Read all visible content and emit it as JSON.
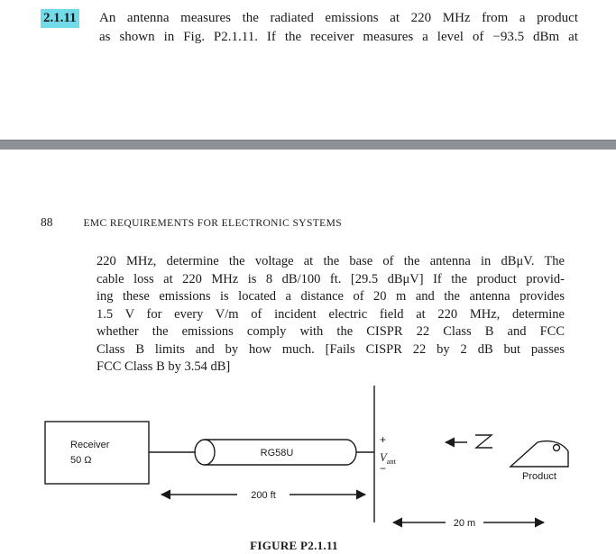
{
  "page": {
    "problem": {
      "number": "2.1.11",
      "line1": "An antenna measures the radiated emissions at 220 MHz from a product",
      "line2": "as shown in Fig. P2.1.11. If the receiver measures a level of −93.5 dBm at"
    },
    "header": {
      "page_number": "88",
      "running_title": "EMC REQUIREMENTS FOR ELECTRONIC SYSTEMS"
    },
    "body": {
      "lines": [
        "220 MHz, determine the voltage at the base of the antenna in dBμV. The",
        "cable loss at 220 MHz is 8 dB/100 ft. [29.5 dBμV] If the product provid-",
        "ing these emissions is located a distance of 20 m and the antenna provides",
        "1.5 V for every V/m of incident electric field at 220 MHz, determine",
        "whether the emissions comply with the CISPR 22 Class B and FCC",
        "Class B limits and by how much. [Fails CISPR 22 by 2 dB but passes",
        "FCC Class B by 3.54 dB]"
      ]
    },
    "figure": {
      "receiver_line1": "Receiver",
      "receiver_line2": "50 Ω",
      "cable_label": "RG58U",
      "cable_length": "200 ft",
      "terminal_plus": "+",
      "voltage_symbol": "V",
      "voltage_subscript": "ant",
      "terminal_minus": "−",
      "product_label": "Product",
      "distance": "20 m",
      "caption": "FIGURE P2.1.11"
    }
  },
  "colors": {
    "highlight": "#72dbea",
    "divider": "#8d9196",
    "ink": "#1a1a1a"
  }
}
